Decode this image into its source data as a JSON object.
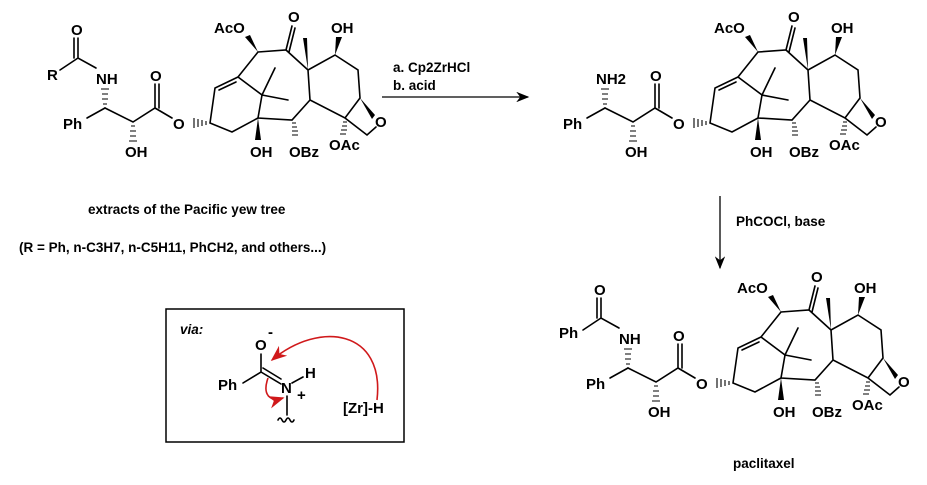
{
  "core_labels": {
    "aco": "AcO",
    "ketone_o": "O",
    "c7_oh": "OH",
    "c1_oh": "OH",
    "obz": "OBz",
    "oac": "OAc",
    "oxetane_o": "O",
    "ester_o": "O"
  },
  "starting_material": {
    "r_group": "R",
    "nh": "NH",
    "amide_o": "O",
    "ph": "Ph",
    "oh": "OH",
    "ester_co": "O",
    "caption": "extracts of the Pacific yew tree",
    "r_definition": "(R = Ph, n-C3H7, n-C5H11, PhCH2, and others...)",
    "r_color": "#2a3cf0"
  },
  "step1": {
    "reagent_a": "a. Cp2ZrHCl",
    "reagent_b": "b. acid"
  },
  "intermediate": {
    "nh2": "NH2",
    "ph": "Ph",
    "oh": "OH",
    "ester_co": "O"
  },
  "step2": {
    "reagent": "PhCOCl, base"
  },
  "product": {
    "ph_amide": "Ph",
    "nh": "NH",
    "amide_o": "O",
    "ph": "Ph",
    "oh": "OH",
    "ester_co": "O",
    "name": "paclitaxel"
  },
  "mechanism_box": {
    "label": "via:",
    "o_minus": "O",
    "charge_minus": "-",
    "ph": "Ph",
    "n": "N",
    "h": "H",
    "charge_plus": "+",
    "zr_h": "[Zr]-H",
    "arrow_color": "#d0191b"
  }
}
